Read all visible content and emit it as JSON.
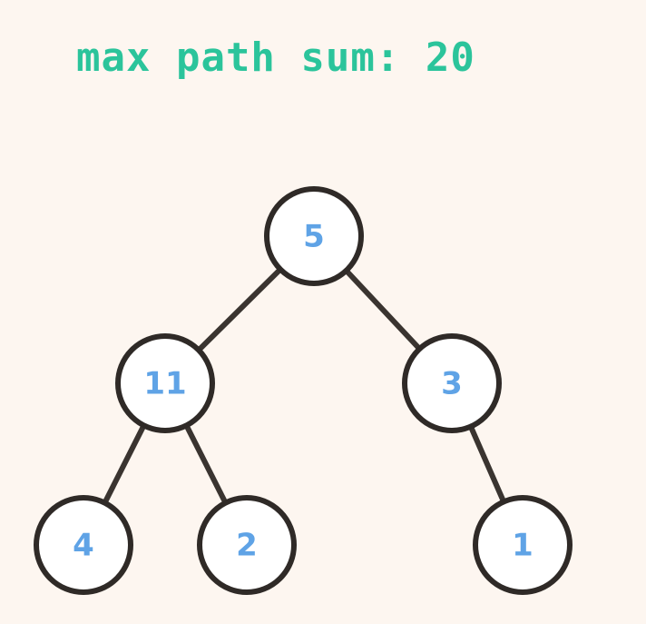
{
  "heading": "max path sum: 20",
  "colors": {
    "background": "#fdf6f0",
    "heading": "#2bc49b",
    "node_value": "#5fa3e6",
    "node_fill": "#ffffff",
    "stroke": "#2f2a27"
  },
  "tree": {
    "nodes": [
      {
        "id": "root",
        "value": "5"
      },
      {
        "id": "left",
        "value": "11"
      },
      {
        "id": "right",
        "value": "3"
      },
      {
        "id": "left-left",
        "value": "4"
      },
      {
        "id": "left-right",
        "value": "2"
      },
      {
        "id": "right-right",
        "value": "1"
      }
    ],
    "edges": [
      {
        "from": "root",
        "to": "left"
      },
      {
        "from": "root",
        "to": "right"
      },
      {
        "from": "left",
        "to": "left-left"
      },
      {
        "from": "left",
        "to": "left-right"
      },
      {
        "from": "right",
        "to": "right-right"
      }
    ]
  }
}
